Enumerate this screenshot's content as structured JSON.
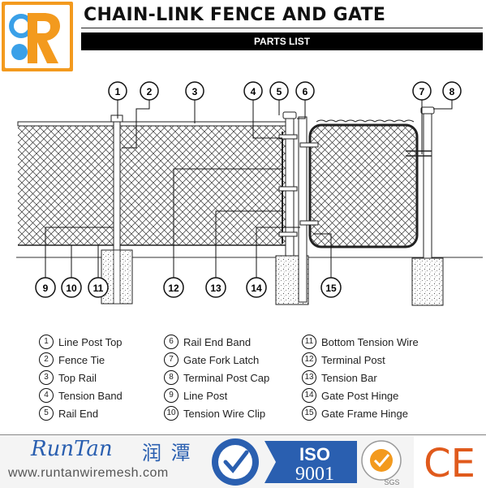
{
  "header": {
    "title": "CHAIN-LINK FENCE AND GATE",
    "parts_bar": "PARTS LIST"
  },
  "logo": {
    "letter": "R"
  },
  "diagram": {
    "callouts": [
      "1",
      "2",
      "3",
      "4",
      "5",
      "6",
      "7",
      "8",
      "9",
      "10",
      "11",
      "12",
      "13",
      "14",
      "15"
    ]
  },
  "legend": {
    "col1": [
      {
        "num": "1",
        "label": "Line Post Top"
      },
      {
        "num": "2",
        "label": "Fence Tie"
      },
      {
        "num": "3",
        "label": "Top Rail"
      },
      {
        "num": "4",
        "label": "Tension Band"
      },
      {
        "num": "5",
        "label": "Rail End"
      }
    ],
    "col2": [
      {
        "num": "6",
        "label": "Rail End Band"
      },
      {
        "num": "7",
        "label": "Gate Fork Latch"
      },
      {
        "num": "8",
        "label": "Terminal Post Cap"
      },
      {
        "num": "9",
        "label": "Line Post"
      },
      {
        "num": "10",
        "label": "Tension Wire Clip"
      }
    ],
    "col3": [
      {
        "num": "11",
        "label": "Bottom Tension Wire"
      },
      {
        "num": "12",
        "label": "Terminal Post"
      },
      {
        "num": "13",
        "label": "Tension Bar"
      },
      {
        "num": "14",
        "label": "Gate Post Hinge"
      },
      {
        "num": "15",
        "label": "Gate Frame Hinge"
      }
    ]
  },
  "footer": {
    "brand": "RunTan",
    "brand_cn": "润 潭",
    "website": "www.runtanwiremesh.com",
    "iso_label": "ISO",
    "iso_number": "9001",
    "sgs": "SGS",
    "ce": "CE",
    "accent_blue": "#2a5fb0",
    "accent_orange": "#f39a1e"
  }
}
